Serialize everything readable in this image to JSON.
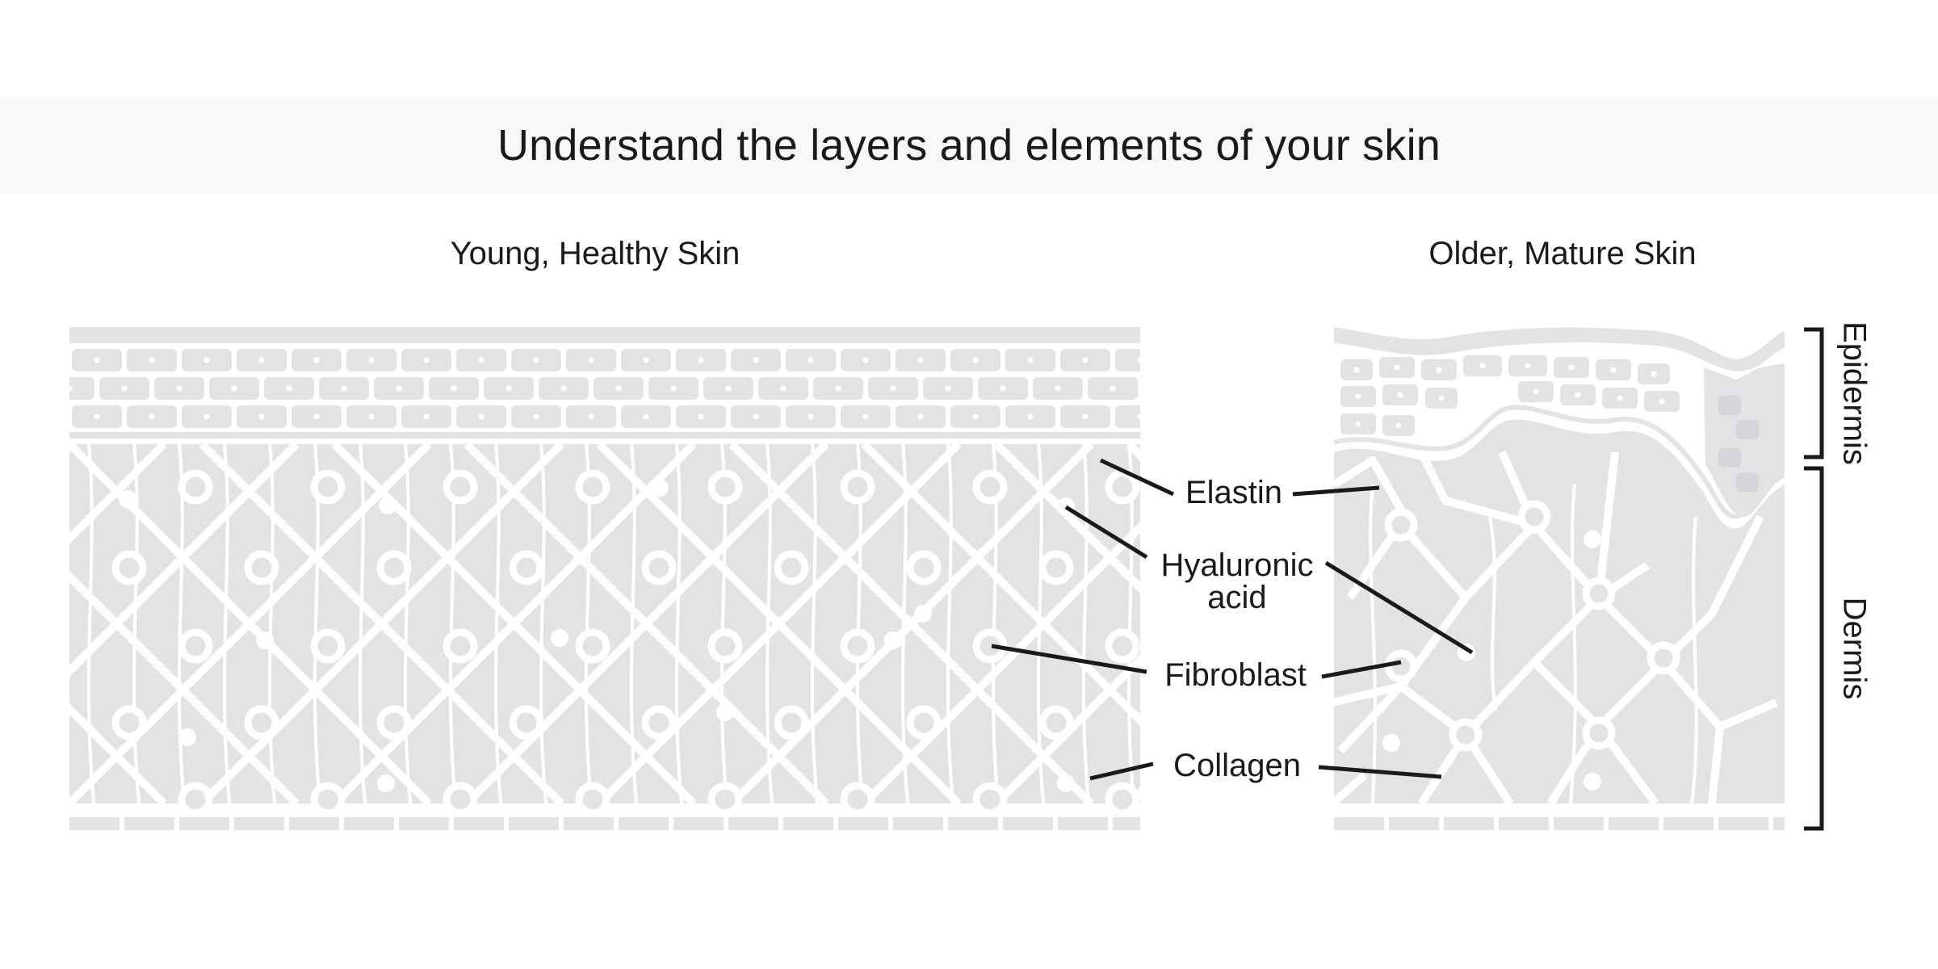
{
  "title": "Understand the layers and elements of your skin",
  "panels": {
    "young": "Young, Healthy Skin",
    "old": "Older, Mature Skin"
  },
  "labels": {
    "elastin": "Elastin",
    "hyaluronic_line1": "Hyaluronic",
    "hyaluronic_line2": "acid",
    "fibroblast": "Fibroblast",
    "collagen": "Collagen"
  },
  "layers": {
    "epidermis": "Epidermis",
    "dermis": "Dermis"
  },
  "colors": {
    "tissue": "#e2e3e5",
    "fiber": "#ffffff",
    "leader": "#1a1a1a",
    "banner": "#f6f8fa"
  }
}
